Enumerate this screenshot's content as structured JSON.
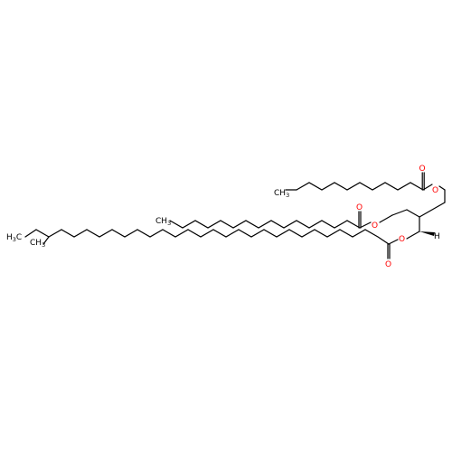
{
  "molecule": {
    "atoms": {
      "methyl_c10": "CH",
      "methyl_c10_sub": "3",
      "methyl_c12": "CH",
      "methyl_c12_sub": "3",
      "ethyl_end": "H",
      "ethyl_end_sub": "3",
      "ethyl_end_c": "C",
      "branch_methyl": "CH",
      "branch_methyl_sub": "3",
      "oxygen": "O",
      "stereo_h": "H"
    },
    "colors": {
      "bond": "#000000",
      "oxygen": "#ff0000",
      "text": "#000000"
    }
  }
}
